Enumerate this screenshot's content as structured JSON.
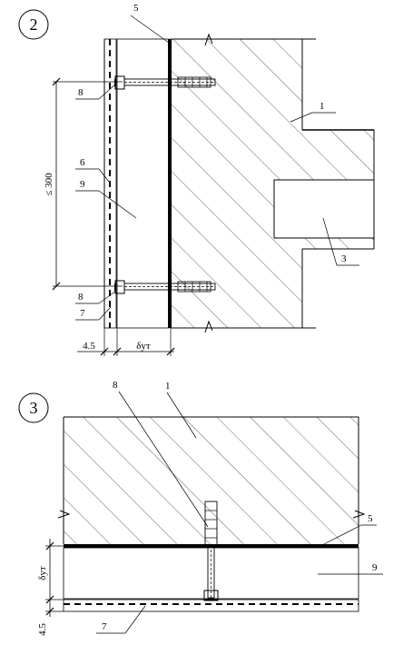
{
  "fig2": {
    "number": "2",
    "labels": {
      "l5": "5",
      "l1": "1",
      "l8a": "8",
      "l6": "6",
      "l9": "9",
      "l3": "3",
      "l8b": "8",
      "l7": "7"
    },
    "dim_spacing": "≤ 300",
    "dim_left": "4.5",
    "dim_right": "δут"
  },
  "fig3": {
    "number": "3",
    "labels": {
      "l8": "8",
      "l1": "1",
      "l5": "5",
      "l9": "9",
      "l7": "7"
    },
    "dim_top": "δут",
    "dim_bottom": "4.5"
  }
}
